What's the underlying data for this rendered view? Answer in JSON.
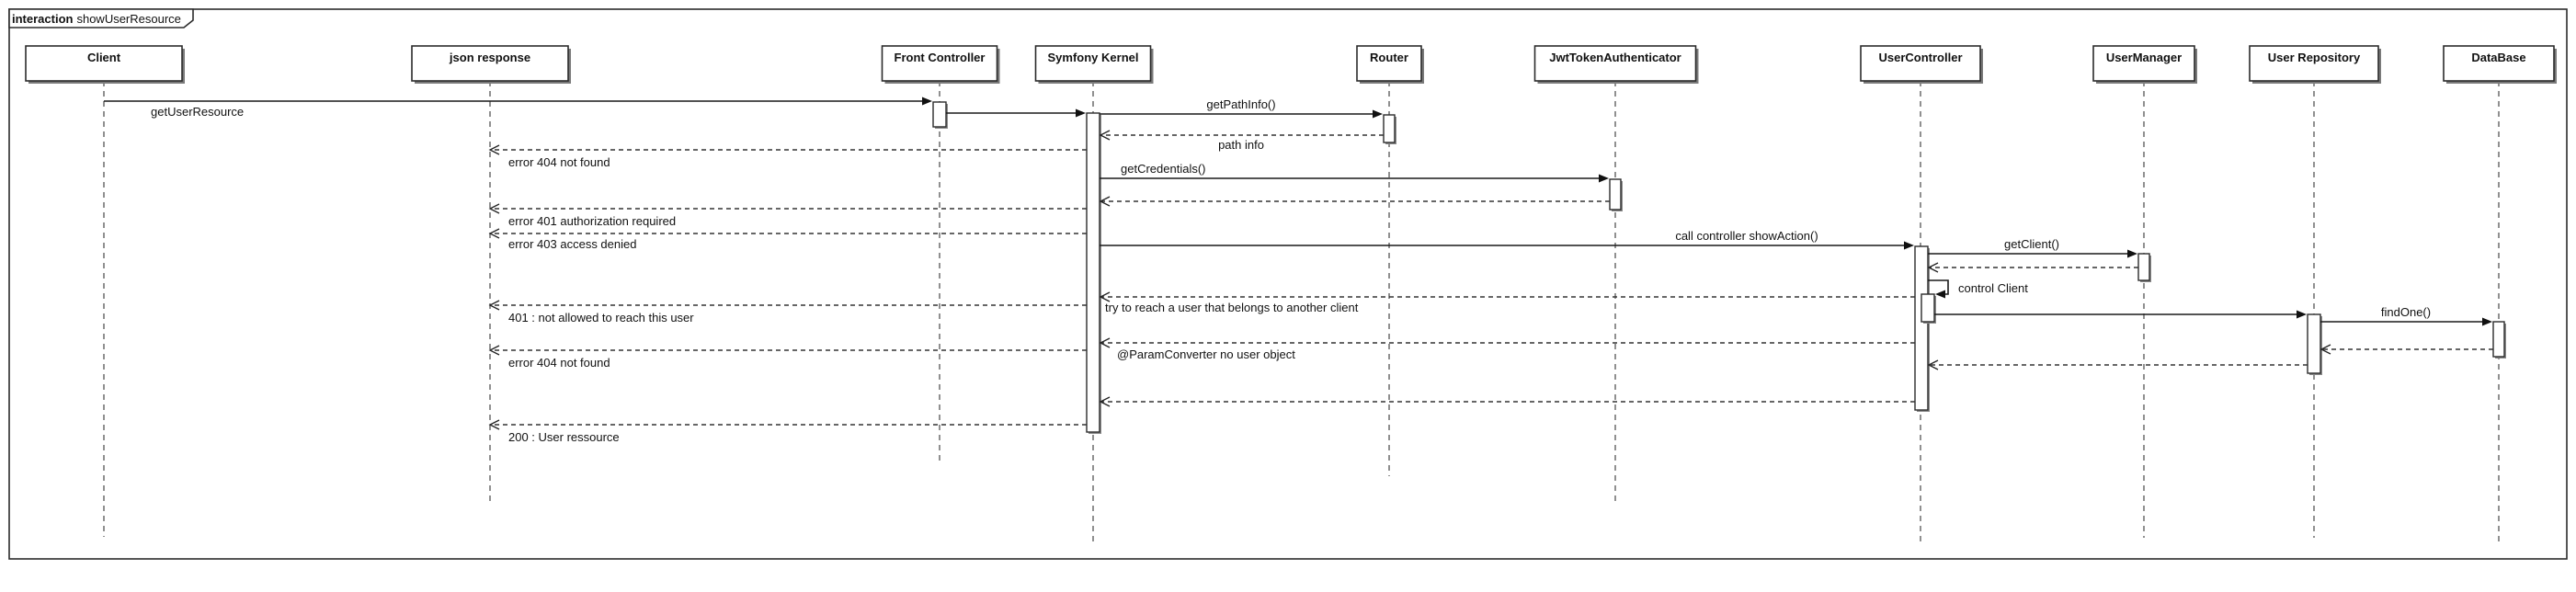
{
  "frame": {
    "keyword": "interaction",
    "name": "showUserResource"
  },
  "participants": [
    {
      "id": "client",
      "label": "Client"
    },
    {
      "id": "json",
      "label": "json response"
    },
    {
      "id": "front",
      "label": "Front Controller"
    },
    {
      "id": "kernel",
      "label": "Symfony Kernel"
    },
    {
      "id": "router",
      "label": "Router"
    },
    {
      "id": "jwt",
      "label": "JwtTokenAuthenticator"
    },
    {
      "id": "uctrl",
      "label": "UserController"
    },
    {
      "id": "umgr",
      "label": "UserManager"
    },
    {
      "id": "urepo",
      "label": "User Repository"
    },
    {
      "id": "db",
      "label": "DataBase"
    }
  ],
  "messages": [
    {
      "id": "m1",
      "from": "client",
      "to": "front",
      "kind": "call",
      "label": "getUserResource"
    },
    {
      "id": "m2",
      "from": "front",
      "to": "kernel",
      "kind": "call",
      "label": ""
    },
    {
      "id": "m3",
      "from": "kernel",
      "to": "router",
      "kind": "call",
      "label": "getPathInfo()"
    },
    {
      "id": "m4",
      "from": "router",
      "to": "kernel",
      "kind": "return",
      "label": "path info"
    },
    {
      "id": "m5",
      "from": "kernel",
      "to": "json",
      "kind": "return",
      "label": "error 404 not found"
    },
    {
      "id": "m6",
      "from": "kernel",
      "to": "jwt",
      "kind": "call",
      "label": "getCredentials()"
    },
    {
      "id": "m7",
      "from": "jwt",
      "to": "kernel",
      "kind": "return",
      "label": ""
    },
    {
      "id": "m8",
      "from": "kernel",
      "to": "json",
      "kind": "return",
      "label": "error 401 authorization required"
    },
    {
      "id": "m9",
      "from": "kernel",
      "to": "json",
      "kind": "return",
      "label": "error 403 access denied"
    },
    {
      "id": "m10",
      "from": "kernel",
      "to": "uctrl",
      "kind": "call",
      "label": "call controller showAction()"
    },
    {
      "id": "m11",
      "from": "uctrl",
      "to": "umgr",
      "kind": "call",
      "label": "getClient()"
    },
    {
      "id": "m12",
      "from": "umgr",
      "to": "uctrl",
      "kind": "return",
      "label": ""
    },
    {
      "id": "m13",
      "from": "uctrl",
      "to": "uctrl",
      "kind": "self",
      "label": "control Client"
    },
    {
      "id": "m14",
      "from": "uctrl",
      "to": "kernel",
      "kind": "return",
      "label": "try to reach a user that belongs to another client"
    },
    {
      "id": "m15",
      "from": "kernel",
      "to": "json",
      "kind": "return",
      "label": "401 : not allowed to reach this user"
    },
    {
      "id": "m16",
      "from": "uctrl",
      "to": "urepo",
      "kind": "call",
      "label": ""
    },
    {
      "id": "m17",
      "from": "urepo",
      "to": "db",
      "kind": "call",
      "label": "findOne()"
    },
    {
      "id": "m18",
      "from": "db",
      "to": "urepo",
      "kind": "return",
      "label": ""
    },
    {
      "id": "m19",
      "from": "uctrl",
      "to": "kernel",
      "kind": "return",
      "label": "@ParamConverter no user object"
    },
    {
      "id": "m20",
      "from": "kernel",
      "to": "json",
      "kind": "return",
      "label": "error 404 not found"
    },
    {
      "id": "m21",
      "from": "urepo",
      "to": "uctrl",
      "kind": "return",
      "label": ""
    },
    {
      "id": "m22",
      "from": "uctrl",
      "to": "kernel",
      "kind": "return",
      "label": ""
    },
    {
      "id": "m23",
      "from": "kernel",
      "to": "json",
      "kind": "return",
      "label": "200 : User ressource"
    }
  ]
}
